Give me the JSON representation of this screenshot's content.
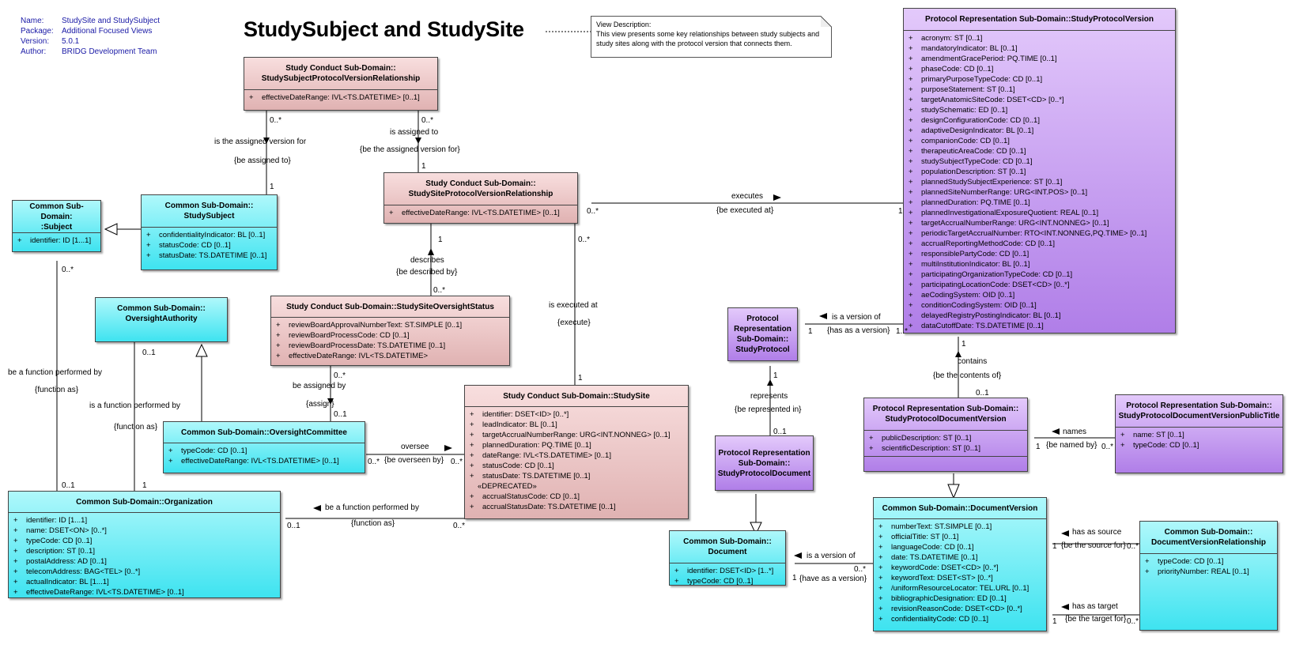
{
  "metadata": [
    {
      "key": "Name:",
      "value": "StudySite and StudySubject"
    },
    {
      "key": "Package:",
      "value": "Additional Focused Views"
    },
    {
      "key": "Version:",
      "value": "5.0.1"
    },
    {
      "key": "Author:",
      "value": "BRIDG Development Team"
    }
  ],
  "title": "StudySubject and StudySite",
  "note": {
    "heading": "View Description:",
    "body": "This view presents some key relationships between study subjects and study sites along with the protocol version that connects them."
  },
  "classes": {
    "sspvr": {
      "name": "Study Conduct Sub-Domain::\nStudySubjectProtocolVersionRelationship",
      "attrs": [
        {
          "vis": "+",
          "text": "effectiveDateRange: IVL<TS.DATETIME> [0..1]"
        }
      ]
    },
    "sspv": {
      "name": "Study Conduct Sub-Domain::\nStudySiteProtocolVersionRelationship",
      "attrs": [
        {
          "vis": "+",
          "text": "effectiveDateRange: IVL<TS.DATETIME> [0..1]"
        }
      ]
    },
    "subject": {
      "name": "Common Sub-Domain:\n:Subject",
      "attrs": [
        {
          "vis": "+",
          "text": "identifier: ID [1...1]"
        }
      ]
    },
    "studysubject": {
      "name": "Common Sub-Domain::\nStudySubject",
      "attrs": [
        {
          "vis": "+",
          "text": "confidentialityIndicator: BL [0..1]"
        },
        {
          "vis": "+",
          "text": "statusCode: CD [0..1]"
        },
        {
          "vis": "+",
          "text": "statusDate: TS.DATETIME [0..1]"
        }
      ]
    },
    "oversightauth": {
      "name": "Common Sub-Domain::\nOversightAuthority",
      "attrs": []
    },
    "ssos": {
      "name": "Study Conduct Sub-Domain::StudySiteOversightStatus",
      "attrs": [
        {
          "vis": "+",
          "text": "reviewBoardApprovalNumberText: ST.SIMPLE [0..1]"
        },
        {
          "vis": "+",
          "text": "reviewBoardProcessCode: CD [0..1]"
        },
        {
          "vis": "+",
          "text": "reviewBoardProcessDate: TS.DATETIME [0..1]"
        },
        {
          "vis": "+",
          "text": "effectiveDateRange: IVL<TS.DATETIME>"
        }
      ]
    },
    "oversightcomm": {
      "name": "Common Sub-Domain::OversightCommittee",
      "attrs": [
        {
          "vis": "+",
          "text": "typeCode: CD [0..1]"
        },
        {
          "vis": "+",
          "text": "effectiveDateRange: IVL<TS.DATETIME> [0..1]"
        }
      ]
    },
    "studysite": {
      "name": "Study Conduct Sub-Domain::StudySite",
      "attrs": [
        {
          "vis": "+",
          "text": "identifier: DSET<ID> [0..*]"
        },
        {
          "vis": "+",
          "text": "leadIndicator: BL [0..1]"
        },
        {
          "vis": "+",
          "text": "targetAccrualNumberRange: URG<INT.NONNEG> [0..1]"
        },
        {
          "vis": "+",
          "text": "plannedDuration: PQ.TIME [0..1]"
        },
        {
          "vis": "+",
          "text": "dateRange: IVL<TS.DATETIME> [0..1]"
        },
        {
          "vis": "+",
          "text": "statusCode: CD [0..1]"
        },
        {
          "vis": "+",
          "text": "statusDate: TS.DATETIME [0..1]"
        }
      ],
      "section": "«DEPRECATED»",
      "attrs2": [
        {
          "vis": "+",
          "text": "accrualStatusCode: CD [0..1]"
        },
        {
          "vis": "+",
          "text": "accrualStatusDate: TS.DATETIME [0..1]"
        }
      ]
    },
    "organization": {
      "name": "Common Sub-Domain::Organization",
      "attrs": [
        {
          "vis": "+",
          "text": "identifier: ID [1...1]"
        },
        {
          "vis": "+",
          "text": "name: DSET<ON> [0..*]"
        },
        {
          "vis": "+",
          "text": "typeCode: CD [0..1]"
        },
        {
          "vis": "+",
          "text": "description: ST [0..1]"
        },
        {
          "vis": "+",
          "text": "postalAddress: AD [0..1]"
        },
        {
          "vis": "+",
          "text": "telecomAddress: BAG<TEL> [0..*]"
        },
        {
          "vis": "+",
          "text": "actualIndicator: BL [1...1]"
        },
        {
          "vis": "+",
          "text": "effectiveDateRange: IVL<TS.DATETIME> [0..1]"
        }
      ]
    },
    "protocol": {
      "name": "Protocol\nRepresentation\nSub-Domain::\nStudyProtocol",
      "attrs": []
    },
    "spd": {
      "name": "Protocol Representation\nSub-Domain::\nStudyProtocolDocument",
      "attrs": []
    },
    "document": {
      "name": "Common Sub-Domain::\nDocument",
      "attrs": [
        {
          "vis": "+",
          "text": "identifier: DSET<ID> [1..*]"
        },
        {
          "vis": "+",
          "text": "typeCode: CD [0..1]"
        }
      ]
    },
    "spv": {
      "name": "Protocol Representation Sub-Domain::StudyProtocolVersion",
      "attrs": [
        {
          "vis": "+",
          "text": "acronym: ST [0..1]"
        },
        {
          "vis": "+",
          "text": "mandatoryIndicator: BL [0..1]"
        },
        {
          "vis": "+",
          "text": "amendmentGracePeriod: PQ.TIME [0..1]"
        },
        {
          "vis": "+",
          "text": "phaseCode: CD [0..1]"
        },
        {
          "vis": "+",
          "text": "primaryPurposeTypeCode: CD [0..1]"
        },
        {
          "vis": "+",
          "text": "purposeStatement: ST [0..1]"
        },
        {
          "vis": "+",
          "text": "targetAnatomicSiteCode: DSET<CD> [0..*]"
        },
        {
          "vis": "+",
          "text": "studySchematic: ED [0..1]"
        },
        {
          "vis": "+",
          "text": "designConfigurationCode: CD [0..1]"
        },
        {
          "vis": "+",
          "text": "adaptiveDesignIndicator: BL [0..1]"
        },
        {
          "vis": "+",
          "text": "companionCode: CD [0..1]"
        },
        {
          "vis": "+",
          "text": "therapeuticAreaCode: CD [0..1]"
        },
        {
          "vis": "+",
          "text": "studySubjectTypeCode: CD [0..1]"
        },
        {
          "vis": "+",
          "text": "populationDescription: ST [0..1]"
        },
        {
          "vis": "+",
          "text": "plannedStudySubjectExperience: ST [0..1]"
        },
        {
          "vis": "+",
          "text": "plannedSiteNumberRange: URG<INT.POS> [0..1]"
        },
        {
          "vis": "+",
          "text": "plannedDuration: PQ.TIME [0..1]"
        },
        {
          "vis": "+",
          "text": "plannedInvestigationalExposureQuotient: REAL [0..1]"
        },
        {
          "vis": "+",
          "text": "targetAccrualNumberRange: URG<INT.NONNEG> [0..1]"
        },
        {
          "vis": "+",
          "text": "periodicTargetAccrualNumber: RTO<INT.NONNEG,PQ.TIME> [0..1]"
        },
        {
          "vis": "+",
          "text": "accrualReportingMethodCode: CD [0..1]"
        },
        {
          "vis": "+",
          "text": "responsiblePartyCode: CD [0..1]"
        },
        {
          "vis": "+",
          "text": "multiInstitutionIndicator: BL [0..1]"
        },
        {
          "vis": "+",
          "text": "participatingOrganizationTypeCode: CD [0..1]"
        },
        {
          "vis": "+",
          "text": "participatingLocationCode: DSET<CD> [0..*]"
        },
        {
          "vis": "+",
          "text": "aeCodingSystem: OID [0..1]"
        },
        {
          "vis": "+",
          "text": "conditionCodingSystem: OID [0..1]"
        },
        {
          "vis": "+",
          "text": "delayedRegistryPostingIndicator: BL [0..1]"
        },
        {
          "vis": "+",
          "text": "dataCutoffDate: TS.DATETIME [0..1]"
        }
      ]
    },
    "spdv": {
      "name": "Protocol Representation Sub-Domain::\nStudyProtocolDocumentVersion",
      "attrs": [
        {
          "vis": "+",
          "text": "publicDescription: ST [0..1]"
        },
        {
          "vis": "+",
          "text": "scientificDescription: ST [0..1]"
        }
      ]
    },
    "spdvpt": {
      "name": "Protocol Representation Sub-Domain::\nStudyProtocolDocumentVersionPublicTitle",
      "attrs": [
        {
          "vis": "+",
          "text": "name: ST [0..1]"
        },
        {
          "vis": "+",
          "text": "typeCode: CD [0..1]"
        }
      ]
    },
    "docversion": {
      "name": "Common Sub-Domain::DocumentVersion",
      "attrs": [
        {
          "vis": "+",
          "text": "numberText: ST.SIMPLE [0..1]"
        },
        {
          "vis": "+",
          "text": "officialTitle: ST [0..1]"
        },
        {
          "vis": "+",
          "text": "languageCode: CD [0..1]"
        },
        {
          "vis": "+",
          "text": "date: TS.DATETIME [0..1]"
        },
        {
          "vis": "+",
          "text": "keywordCode: DSET<CD> [0..*]"
        },
        {
          "vis": "+",
          "text": "keywordText: DSET<ST> [0..*]"
        },
        {
          "vis": "+",
          "text": "/uniformResourceLocator: TEL.URL [0..1]"
        },
        {
          "vis": "+",
          "text": "bibliographicDesignation: ED [0..1]"
        },
        {
          "vis": "+",
          "text": "revisionReasonCode: DSET<CD> [0..*]"
        },
        {
          "vis": "+",
          "text": "confidentialityCode: CD [0..1]"
        }
      ]
    },
    "dvr": {
      "name": "Common Sub-Domain::\nDocumentVersionRelationship",
      "attrs": [
        {
          "vis": "+",
          "text": "typeCode: CD [0..1]"
        },
        {
          "vis": "+",
          "text": "priorityNumber: REAL [0..1]"
        }
      ]
    }
  },
  "labels": {
    "a1_mult_top": "0..*",
    "a1_name": "is the assigned version for",
    "a1_role": "{be assigned to}",
    "a1_mult_bot": "1",
    "a2_mult_top": "0..*",
    "a2_name": "is assigned to",
    "a2_role": "{be the assigned version for}",
    "a2_mult_bot": "1",
    "a3_mult_left": "0..*",
    "a3_name": "executes",
    "a3_role": "{be executed at}",
    "a3_mult_right": "1",
    "a4_mult_top": "1",
    "a4_name": "describes",
    "a4_role": "{be described by}",
    "a4_mult_bot": "0..*",
    "a5_mult_top": "0..*",
    "a5_name": "is executed at",
    "a5_role": "{execute}",
    "a5_mult_bot": "1",
    "a6_mult_top": "0..*",
    "a6_name": "be assigned by",
    "a6_role": "{assign}",
    "a6_mult_bot": "0..1",
    "a7_name": "oversee",
    "a7_role": "{be overseen by}",
    "a7_mult_left": "0..*",
    "a7_mult_right": "0..*",
    "a8_mult_top": "0..*",
    "a8_name": "be a function performed by",
    "a8_role": "{function as}",
    "a8_mult_bot": "0..1",
    "a9_mult_top": "0..1",
    "a9_name": "is a function performed by",
    "a9_role": "{function as}",
    "a9_mult_bot": "1",
    "a10_name": "be a function performed by",
    "a10_role": "{function as}",
    "a10_mult_left": "0..1",
    "a10_mult_right": "0..*",
    "a11_name": "is a version of",
    "a11_role": "{has as a version}",
    "a11_mult_left": "1",
    "a11_mult_right": "1..*",
    "a12_mult_top": "1",
    "a12_name": "represents",
    "a12_role": "{be represented in}",
    "a12_mult_bot": "0..1",
    "a13_mult_top": "1",
    "a13_name": "contains",
    "a13_role": "{be the contents of}",
    "a13_mult_bot": "0..1",
    "a14_name": "names",
    "a14_role": "{be named by}",
    "a14_mult_left": "1",
    "a14_mult_right": "0..*",
    "a15_name": "is a version of",
    "a15_role": "{have as a version}",
    "a15_mult_left": "1",
    "a15_mult_right": "0..*",
    "a16_name": "has as source",
    "a16_role": "{be the source for}",
    "a16_mult_left": "1",
    "a16_mult_right": "0..*",
    "a17_name": "has as target",
    "a17_role": "{be the target for}",
    "a17_mult_left": "1",
    "a17_mult_right": "0..*"
  }
}
